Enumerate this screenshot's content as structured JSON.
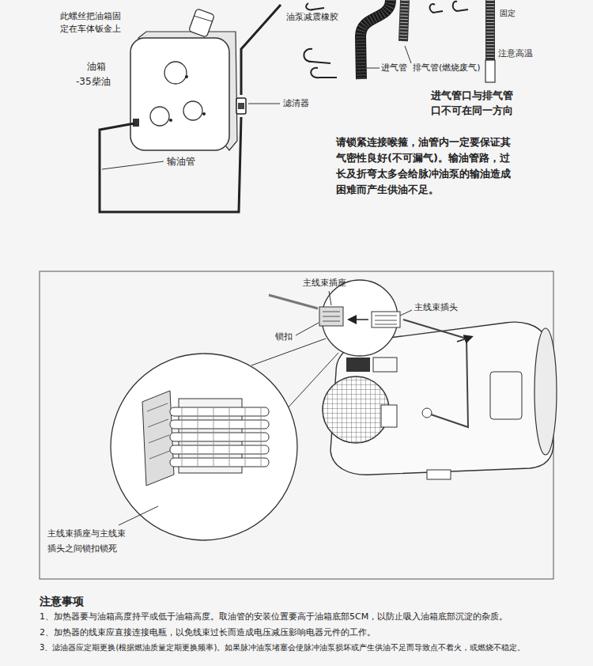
{
  "diagram": {
    "labels": [
      "此螺丝把油箱固 定在车体钣金上",
      "油泵减震橡胶",
      "固定",
      "注意高温",
      "油箱",
      "-35柴油",
      "进气管",
      "排气管(燃烧废气)",
      "滤清器",
      "进气管口与排气管 口不可在同一方向",
      "请锁紧连接喉箍，油管内一定要保证其 气密性良好(不可漏气)。输油管路，过 长及折弯太多会给脉冲油泵的输油造成 困难而产生供油不足。",
      "输油管",
      "主线束插座",
      "主线束插头",
      "锁扣",
      "主线束插座与主线束 插头之间锁扣锁死",
      "注意事项",
      "1、加热器要与油箱高度持平或低于油箱高度。取油管的安装位置要高于油箱底部5CM，以防止吸入油箱底部沉淀的杂质。",
      "2、加热器的线束应直接连接电瓶，以免线束过长而造成电压减压影响电器元件的工作。",
      "3、滤油器应定期更换(根据燃油质量定期更换频率)。如果脉冲油泵堵塞会使脉冲油泵损坏或产生供油不足而导致点不着火，或燃烧不稳定。"
    ]
  }
}
